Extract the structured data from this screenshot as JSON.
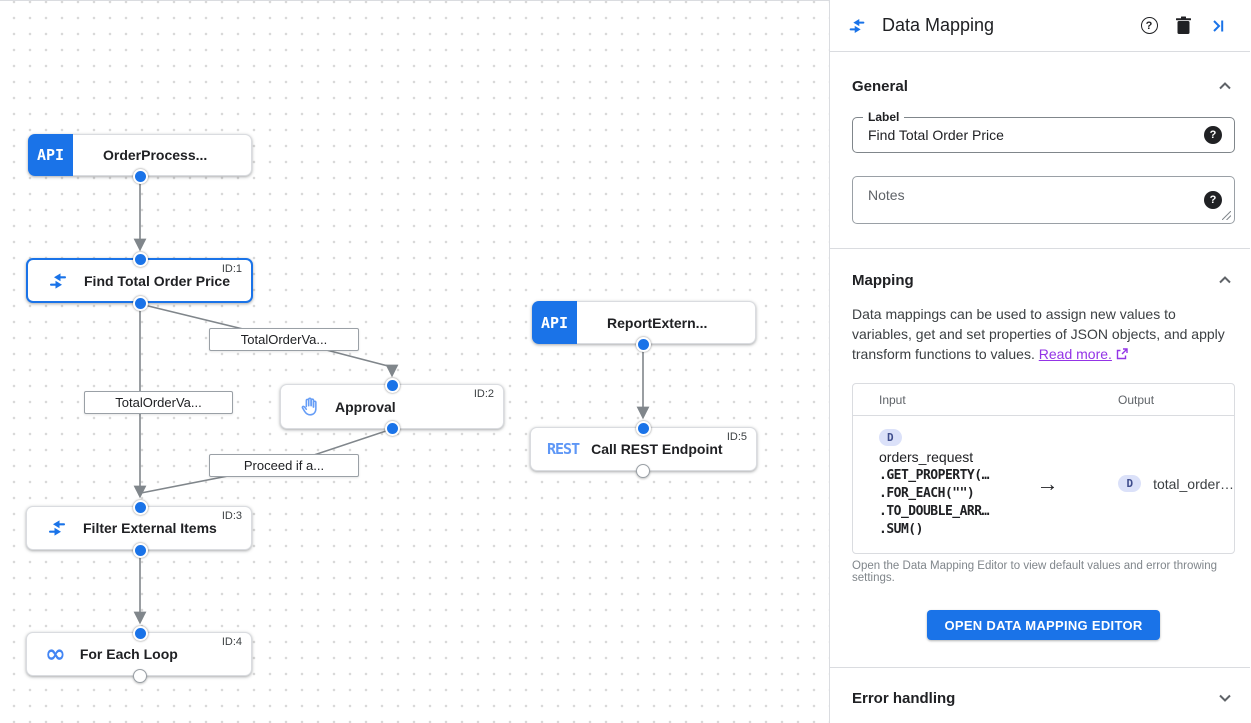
{
  "colors": {
    "accent": "#1a73e8",
    "node_icon_blue": "#4285f4",
    "rest_blue": "#5e97f6",
    "link_purple": "#9334e6",
    "edge_gray": "#80868b"
  },
  "canvas": {
    "nodes": [
      {
        "label": "OrderProcess...",
        "badge": "API"
      },
      {
        "label": "Find Total Order Price",
        "id_label": "ID:1",
        "icon": "data-mapping-icon",
        "selected": true
      },
      {
        "label": "Approval",
        "id_label": "ID:2",
        "icon": "hand-icon"
      },
      {
        "label": "ReportExtern...",
        "badge": "API"
      },
      {
        "label": "Call REST Endpoint",
        "id_label": "ID:5",
        "badge": "REST"
      },
      {
        "label": "Filter External Items",
        "id_label": "ID:3",
        "icon": "data-mapping-icon"
      },
      {
        "label": "For Each Loop",
        "id_label": "ID:4",
        "icon": "infinity-icon"
      }
    ],
    "edge_labels": [
      {
        "text": "TotalOrderVa..."
      },
      {
        "text": "TotalOrderVa..."
      },
      {
        "text": "Proceed if a..."
      }
    ],
    "icons": {
      "infinity_glyph": "∞"
    }
  },
  "panel": {
    "title": "Data Mapping",
    "icons": {
      "help_glyph": "?"
    },
    "general": {
      "section_label": "General",
      "label_field": {
        "label": "Label",
        "value": "Find Total Order Price"
      },
      "notes_field": {
        "placeholder": "Notes"
      }
    },
    "mapping": {
      "section_label": "Mapping",
      "description": "Data mappings can be used to assign new values to variables, get and set properties of JSON objects, and apply transform functions to values.",
      "read_more_label": "Read more.",
      "table": {
        "input_header": "Input",
        "output_header": "Output",
        "input_chip": "D",
        "input_variable": "orders_request",
        "input_lines": [
          ".GET_PROPERTY(…",
          ".FOR_EACH(\"\")",
          ".TO_DOUBLE_ARR…",
          ".SUM()"
        ],
        "arrow_glyph": "→",
        "output_chip": "D",
        "output_variable": "total_order…"
      },
      "caption": "Open the Data Mapping Editor to view default values and error throwing settings.",
      "button_label": "OPEN DATA MAPPING EDITOR"
    },
    "error_handling": {
      "section_label": "Error handling"
    }
  }
}
